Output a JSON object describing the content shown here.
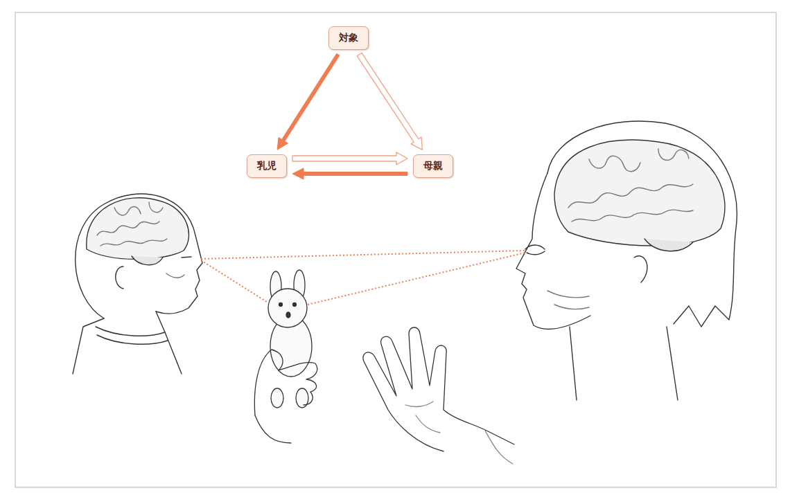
{
  "diagram": {
    "nodes": [
      {
        "text": [
          "対象"
        ]
      },
      {
        "text": [
          "乳児"
        ]
      },
      {
        "text": [
          "母親"
        ]
      }
    ],
    "edges": [
      {
        "from": 0,
        "to": 1,
        "arrow": "to"
      },
      {
        "from": 0,
        "to": 2,
        "arrow": "to"
      },
      {
        "from": 1,
        "to": 2,
        "arrow": "to"
      },
      {
        "from": 2,
        "to": 1,
        "arrow": "to"
      }
    ]
  }
}
